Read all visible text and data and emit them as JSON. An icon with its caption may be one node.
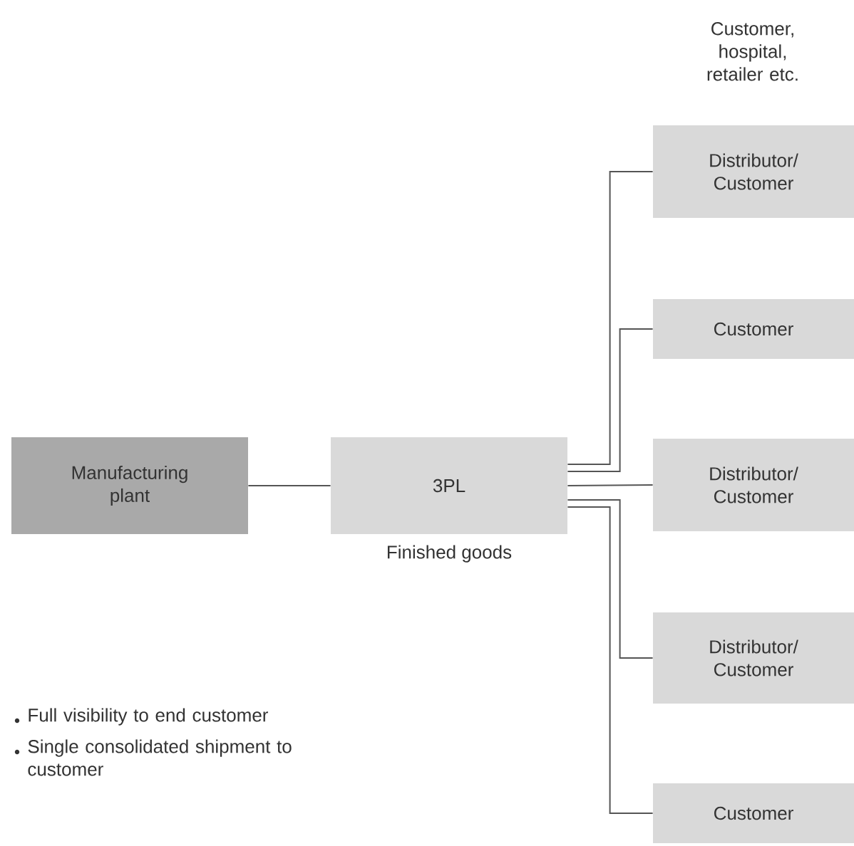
{
  "diagram": {
    "nodes": [
      {
        "text": [
          "Manufacturing plant"
        ]
      },
      {
        "text": [
          "3PL"
        ],
        "beside": [
          "Finished goods"
        ]
      },
      {
        "text": [
          "Distributor/ Customer"
        ]
      },
      {
        "text": [
          "Customer"
        ]
      },
      {
        "text": [
          "Distributor/ Customer"
        ]
      },
      {
        "text": [
          "Distributor/ Customer"
        ]
      },
      {
        "text": [
          "Customer"
        ]
      }
    ],
    "edges": [
      {
        "from": 0,
        "to": 1,
        "arrow": "none"
      },
      {
        "from": 1,
        "to": 2,
        "arrow": "none"
      },
      {
        "from": 1,
        "to": 3,
        "arrow": "none"
      },
      {
        "from": 1,
        "to": 4,
        "arrow": "none"
      },
      {
        "from": 1,
        "to": 5,
        "arrow": "none"
      },
      {
        "from": 1,
        "to": 6,
        "arrow": "none"
      }
    ],
    "labels": [
      "Customer, hospital, retailer etc.",
      "Full visibility to end customer",
      "Single consolidated shipment to customer"
    ]
  }
}
